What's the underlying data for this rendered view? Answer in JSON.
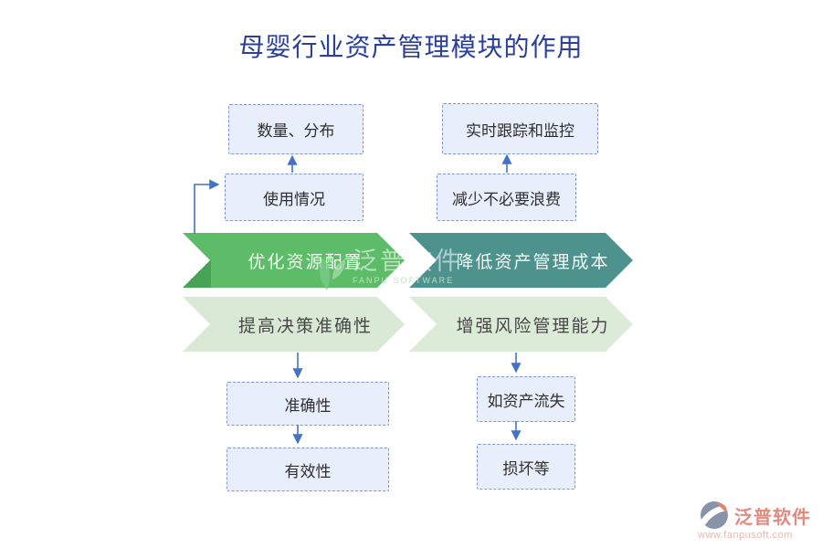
{
  "title": "母婴行业资产管理模块的作用",
  "flows": {
    "left": {
      "main_banner": "优化资源配置",
      "secondary_banner": "提高决策准确性",
      "upper_boxes": [
        {
          "label": "数量、分布"
        },
        {
          "label": "使用情况"
        }
      ],
      "lower_boxes": [
        {
          "label": "准确性"
        },
        {
          "label": "有效性"
        }
      ]
    },
    "right": {
      "main_banner": "降低资产管理成本",
      "secondary_banner": "增强风险管理能力",
      "upper_boxes": [
        {
          "label": "实时跟踪和监控"
        },
        {
          "label": "减少不必要浪费"
        }
      ],
      "lower_boxes": [
        {
          "label": "如资产流失"
        },
        {
          "label": "损坏等"
        }
      ]
    }
  },
  "watermark": {
    "brand": "泛普软件",
    "subtitle": "FANPU SOFTWARE"
  },
  "footer": {
    "brand": "泛普软件",
    "website": "www.fanpusoft.com"
  },
  "icons": {
    "watermark_leaf_icon": "leaf",
    "footer_logo_icon": "fanpu-circle-logo"
  },
  "colors": {
    "title_text": "#2b4099",
    "connector_blue": "#4472c4",
    "banner_green": "#5dbc67",
    "banner_green_fold": "#46a457",
    "banner_teal": "#4e928e",
    "banner_light_green": "#d9e9d5",
    "node_fill": "#e9eefb",
    "node_border": "#7e97d3",
    "brand_salmon": "#e08a80"
  }
}
